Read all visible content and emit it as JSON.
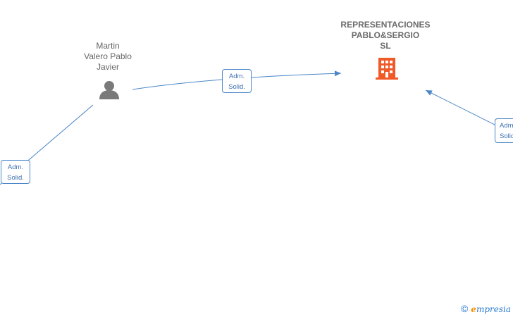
{
  "nodes": {
    "person": {
      "lines": [
        "Martin",
        "Valero Pablo",
        "Javier"
      ],
      "icon": "person-icon"
    },
    "company": {
      "lines": [
        "REPRESENTACIONES",
        "PABLO&SERGIO",
        "SL"
      ],
      "icon": "building-icon"
    }
  },
  "edges": [
    {
      "line1": "Adm.",
      "line2": "Solid."
    },
    {
      "line1": "Adm.",
      "line2": "Solid."
    },
    {
      "line1": "Adm.",
      "line2": "Solid."
    }
  ],
  "watermark": {
    "copyright": "©",
    "brand_first": "e",
    "brand_rest": "mpresia"
  },
  "colors": {
    "edge": "#4a86c8",
    "person_icon": "#7a7a7a",
    "company_icon": "#f05a28"
  }
}
